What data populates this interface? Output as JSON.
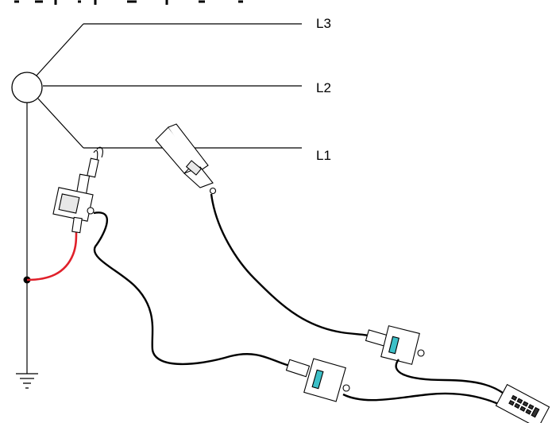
{
  "header": {
    "text": "…y…p…(…"
  },
  "phases": {
    "l1": "L1",
    "l2": "L2",
    "l3": "L3"
  },
  "colors": {
    "line": "#000000",
    "ground_lead": "#e0202a",
    "sensor_window": "#3cc0c8",
    "keypad": "#333333"
  },
  "icons": {
    "source": "generator-circle-icon",
    "ground": "ground-symbol-icon",
    "current_clamp": "current-clamp-icon",
    "voltage_probe": "voltage-probe-icon",
    "adapter": "sensor-adapter-icon",
    "meter": "handheld-meter-icon"
  }
}
